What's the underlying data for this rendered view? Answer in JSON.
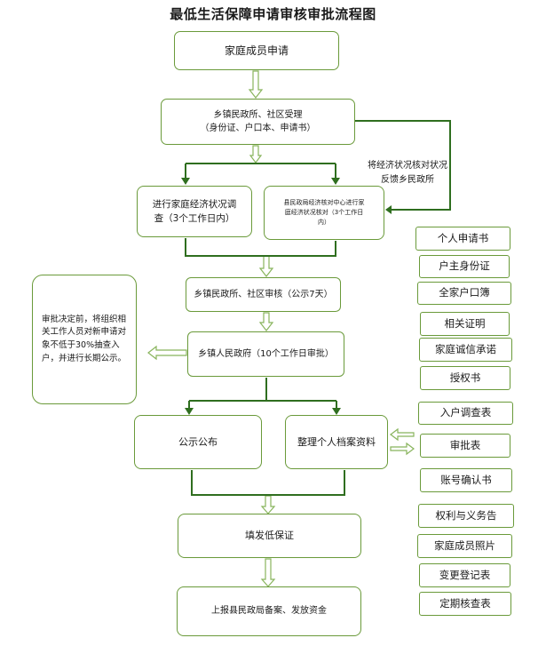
{
  "title": "最低生活保障申请审核审批流程图",
  "steps": {
    "apply": "家庭成员申请",
    "accept_line1": "乡镇民政所、社区受理",
    "accept_line2": "（身份证、户口本、申请书）",
    "survey_line1": "进行家庭经济状况调",
    "survey_line2": "查（3个工作日内）",
    "bureau_check_line1": "县民政局经济核对中心进行家",
    "bureau_check_line2": "庭经济状况核对（3个工作日",
    "bureau_check_line3": "内）",
    "review": "乡镇民政所、社区审核（公示7天）",
    "approval": "乡镇人民政府（10个工作日审批）",
    "spot_check_note": "审批决定前，将组织相关工作人员对新申请对象不低于30%抽查入户，并进行长期公示。",
    "publicity": "公示公布",
    "archive": "整理个人档案资料",
    "issue": "填发低保证",
    "report": "上报县民政局备案、发放资金"
  },
  "feedback_note_line1": "将经济状况核对状况",
  "feedback_note_line2": "反馈乡民政所",
  "documents": [
    "个人申请书",
    "户主身份证",
    "全家户口簿",
    "相关证明",
    "家庭诚信承诺",
    "授权书",
    "入户调查表",
    "审批表",
    "账号确认书",
    "权利与义务告",
    "家庭成员照片",
    "变更登记表",
    "定期核查表"
  ],
  "colors": {
    "box_border": "#6a9a3a",
    "connector": "#2f6e1f",
    "hollow_arrow": "#88b45c",
    "text": "#1a1a1a"
  }
}
